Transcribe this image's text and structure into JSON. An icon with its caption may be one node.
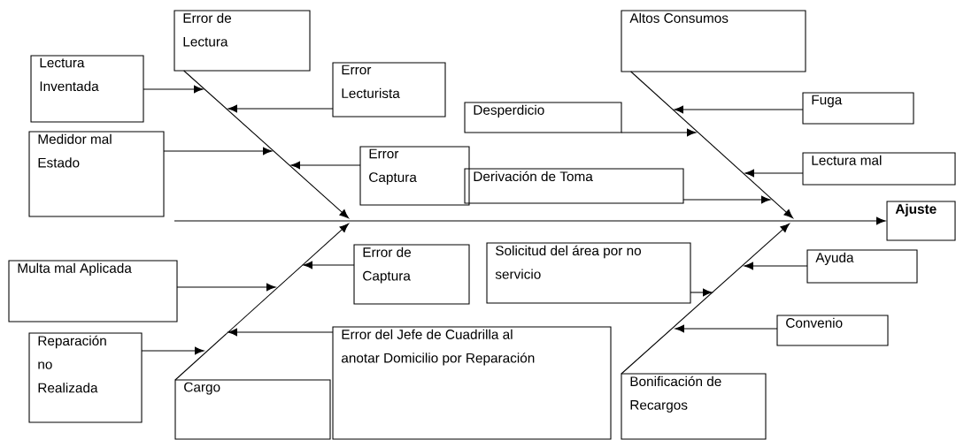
{
  "diagram": {
    "nodes": [
      {
        "text": [
          "Error de Lectura"
        ]
      },
      {
        "text": [
          "Lectura Inventada"
        ]
      },
      {
        "text": [
          "Error Lecturista"
        ]
      },
      {
        "text": [
          "Medidor mal Estado"
        ]
      },
      {
        "text": [
          "Error Captura"
        ]
      },
      {
        "text": [
          "Altos Consumos"
        ]
      },
      {
        "text": [
          "Desperdicio"
        ]
      },
      {
        "text": [
          "Fuga"
        ]
      },
      {
        "text": [
          "Derivación de Toma"
        ]
      },
      {
        "text": [
          "Lectura mal"
        ]
      },
      {
        "text": [
          "Ajuste"
        ]
      },
      {
        "text": [
          "Multa mal Aplicada"
        ]
      },
      {
        "text": [
          "Error de Captura"
        ]
      },
      {
        "text": [
          "Solicitud del área por no servicio"
        ]
      },
      {
        "text": [
          "Ayuda"
        ]
      },
      {
        "text": [
          "Reparación no Realizada"
        ]
      },
      {
        "text": [
          "Error del Jefe de Cuadrilla al anotar Domicilio por Reparación"
        ]
      },
      {
        "text": [
          "Convenio"
        ]
      },
      {
        "text": [
          "Cargo"
        ]
      },
      {
        "text": [
          "Bonificación de Recargos"
        ]
      }
    ],
    "edges": [
      {
        "from": 0,
        "to": null,
        "arrow": "to"
      },
      {
        "from": 1,
        "to": null,
        "arrow": "to"
      },
      {
        "from": 2,
        "to": null,
        "arrow": "to"
      },
      {
        "from": 3,
        "to": null,
        "arrow": "to"
      },
      {
        "from": 4,
        "to": null,
        "arrow": "to"
      },
      {
        "from": 5,
        "to": null,
        "arrow": "to"
      },
      {
        "from": 6,
        "to": null,
        "arrow": "to"
      },
      {
        "from": 7,
        "to": null,
        "arrow": "to"
      },
      {
        "from": 8,
        "to": null,
        "arrow": "to"
      },
      {
        "from": 9,
        "to": null,
        "arrow": "to"
      },
      {
        "from": null,
        "to": 10,
        "arrow": "to"
      },
      {
        "from": 18,
        "to": null,
        "arrow": "to"
      },
      {
        "from": 11,
        "to": null,
        "arrow": "to"
      },
      {
        "from": 12,
        "to": null,
        "arrow": "to"
      },
      {
        "from": 15,
        "to": null,
        "arrow": "to"
      },
      {
        "from": 16,
        "to": null,
        "arrow": "to"
      },
      {
        "from": 19,
        "to": null,
        "arrow": "to"
      },
      {
        "from": 13,
        "to": null,
        "arrow": "to"
      },
      {
        "from": 14,
        "to": null,
        "arrow": "to"
      },
      {
        "from": 17,
        "to": null,
        "arrow": "to"
      }
    ]
  }
}
